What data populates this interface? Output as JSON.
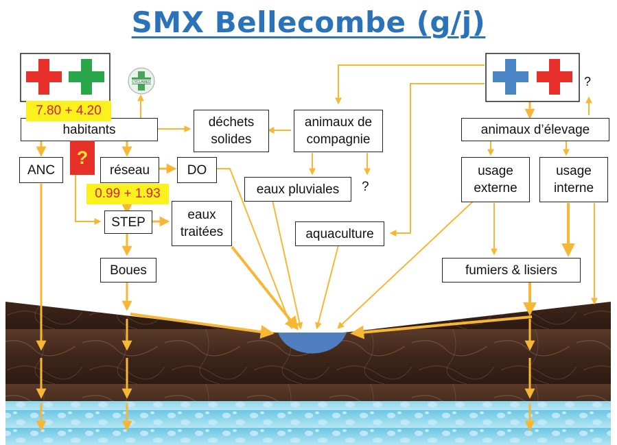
{
  "title": "SMX Bellecombe (g/j)",
  "nodes": {
    "habitants": "habitants",
    "dechets": "déchets\nsolides",
    "animaux_compagnie": "animaux de\ncompagnie",
    "animaux_elevage": "animaux d’élevage",
    "anc": "ANC",
    "reseau": "réseau",
    "do": "DO",
    "eaux_pluviales": "eaux pluviales",
    "usage_externe": "usage\nexterne",
    "usage_interne": "usage\ninterne",
    "step": "STEP",
    "eaux_traitees": "eaux\ntraitées",
    "aquaculture": "aquaculture",
    "boues": "Boues",
    "fumiers": "fumiers & lisiers"
  },
  "values": {
    "habitants_value": "7.80 + 4.20",
    "reseau_value": "0.99 + 1.93"
  },
  "markers": {
    "unknown_red": "?",
    "unknown_pluviales": "?",
    "unknown_elevage": "?"
  },
  "colors": {
    "title": "#2a73b8",
    "arrow": "#f7b734",
    "highlight_bg": "#fbf11d",
    "highlight_text": "#d8202a",
    "unknown_box": "#e62f27",
    "cross_red": "#e8302a",
    "cross_green": "#2aa64a",
    "cross_blue": "#4a86c6",
    "water_body": "#4f7fc0",
    "soil": "#4a2f22",
    "aquifer": "#8fd3ea"
  },
  "icons": [
    "red-cross-icon",
    "green-cross-icon",
    "cyclamed-icon",
    "blue-cross-icon",
    "red-cross-icon-right"
  ]
}
